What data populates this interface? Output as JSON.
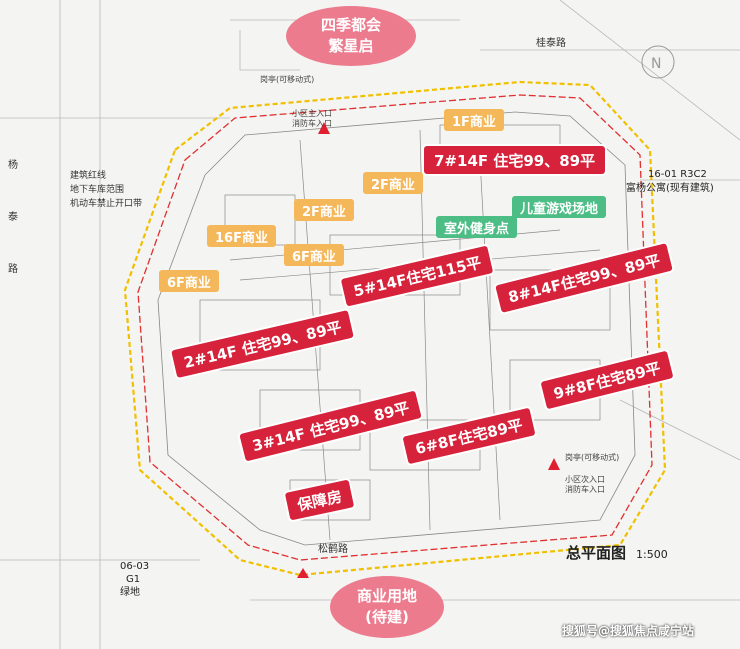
{
  "top_bubble": {
    "line1": "四季都会",
    "line2": "繁星启"
  },
  "bottom_bubble": {
    "line1": "商业用地",
    "line2": "(待建)"
  },
  "title": {
    "main": "总平面图",
    "scale": "1:500"
  },
  "watermark": "搜狐号@搜狐焦点咸宁站",
  "orange_tags": {
    "t1": "1F商业",
    "t2": "2F商业",
    "t3": "2F商业",
    "t4": "16F商业",
    "t5": "6F商业",
    "t6": "6F商业"
  },
  "green_tags": {
    "playground": "儿童游戏场地",
    "fitness": "室外健身点"
  },
  "red_tags": {
    "b7": "7#14F 住宅99、89平",
    "b5": "5#14F住宅115平",
    "b8": "8#14F住宅99、89平",
    "b2": "2#14F 住宅99、89平",
    "b9": "9#8F住宅89平",
    "b3": "3#14F 住宅99、89平",
    "b6": "6#8F住宅89平",
    "bz": "保障房"
  },
  "neighbors": {
    "east_code": "16-01  R3C2",
    "east_name": "富杨公寓(现有建筑)",
    "west_code": "06-03",
    "west_code2": "G1",
    "west_name": "绿地"
  },
  "roads": {
    "west": "杨泰路",
    "north": "桂泰路",
    "south": "松鹤路"
  },
  "legend": {
    "l1": "建筑红线",
    "l2": "地下车库范围",
    "l3": "机动车禁止开口带"
  },
  "entrances": {
    "north_a": "小区主入口",
    "north_b": "消防车入口",
    "south_a": "小区次入口",
    "south_b": "消防车入口",
    "pavilion_n": "岗亭(可移动式)",
    "pavilion_s": "岗亭(可移动式)"
  },
  "colors": {
    "red_line": "#e03030",
    "yellow_line": "#f0c000",
    "red_tag": "#d6223a",
    "orange_tag": "#f4b75a",
    "green_tag": "#4dbd86",
    "bubble": "#ec7b8e"
  }
}
